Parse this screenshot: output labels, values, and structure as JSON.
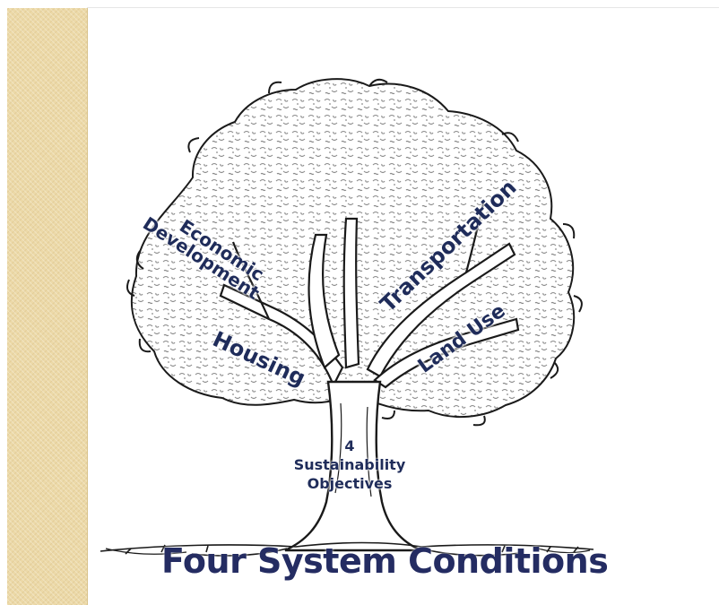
{
  "diagram": {
    "branches": {
      "economic_development": [
        "Economic",
        "Development"
      ],
      "transportation": "Transportation",
      "land_use": "Land Use",
      "housing": "Housing"
    },
    "trunk": {
      "number": "4",
      "line1": "Sustainability",
      "line2": "Objectives"
    },
    "roots_title": "Four System Conditions"
  },
  "colors": {
    "label_text": "#1f2c5a",
    "title_text": "#242c62",
    "side_strip": "#ecd9a8",
    "tree_ink": "#1a1a1a"
  }
}
